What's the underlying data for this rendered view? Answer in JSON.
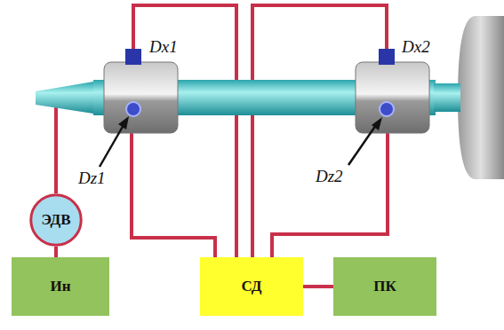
{
  "diagram": {
    "nodes": [
      {
        "text": [
          "ЭДВ"
        ]
      },
      {
        "text": [
          "Ин"
        ]
      },
      {
        "text": [
          "СД"
        ]
      },
      {
        "text": [
          "ПК"
        ]
      }
    ],
    "edges": [
      {
        "from": 0,
        "to": 1,
        "arrow": "none"
      },
      {
        "from": 2,
        "to": 3,
        "arrow": "none"
      }
    ],
    "labels": [
      "Dx1",
      "Dz1",
      "Dx2",
      "Dz2"
    ]
  }
}
